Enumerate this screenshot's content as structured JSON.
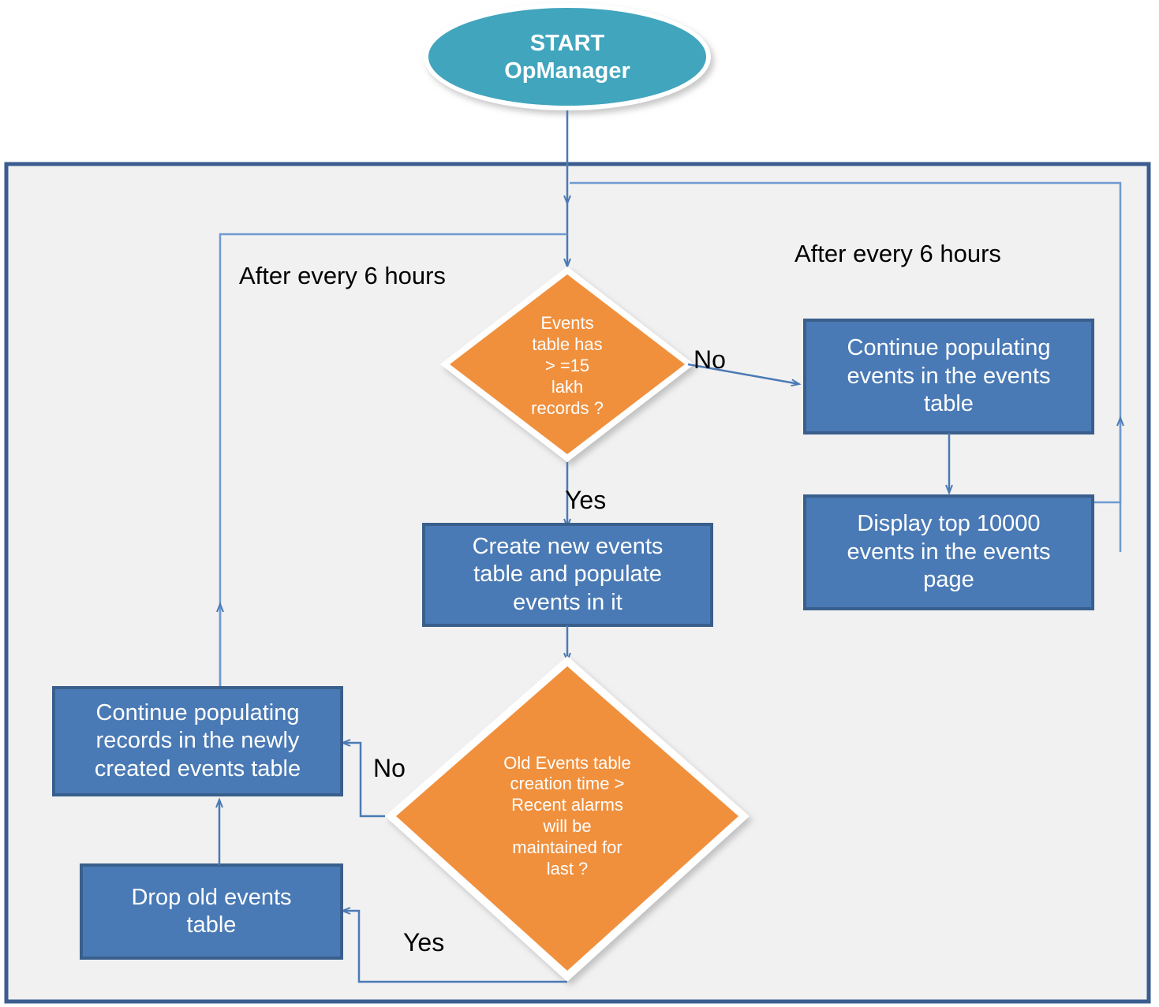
{
  "diagram": {
    "title": "OpManager events table maintenance flowchart",
    "colors": {
      "start_fill": "#41a5bd",
      "process_fill": "#4a7ab5",
      "process_border": "#395f8c",
      "decision_fill": "#f0903e",
      "container_fill": "#f1f1f1",
      "container_border": "#3b5c8f",
      "connector": "#4a7ab5",
      "label_text": "#000000",
      "node_text": "#ffffff"
    },
    "start": {
      "name": "start-node",
      "line1": "START",
      "line2": "OpManager"
    },
    "decisions": [
      {
        "name": "decision-events-table-size",
        "text": "Events\ntable has\n> =15\nlakh\nrecords ?"
      },
      {
        "name": "decision-old-table-creation-time",
        "text": "Old Events table\ncreation time >\nRecent alarms\nwill be\nmaintained for\nlast  ?"
      }
    ],
    "processes": [
      {
        "name": "process-continue-populating-events",
        "text": "Continue populating\nevents in the events\ntable"
      },
      {
        "name": "process-display-top-events",
        "text": "Display top 10000\nevents in the events\npage"
      },
      {
        "name": "process-create-new-events-table",
        "text": "Create new events\ntable and populate\nevents in it"
      },
      {
        "name": "process-continue-populating-records",
        "text": "Continue populating\nrecords in the newly\ncreated events table"
      },
      {
        "name": "process-drop-old-events-table",
        "text": "Drop old events\ntable"
      }
    ],
    "edge_labels": [
      {
        "name": "label-after-every-6-hours-left",
        "text": "After every 6 hours"
      },
      {
        "name": "label-after-every-6-hours-right",
        "text": "After every 6 hours"
      },
      {
        "name": "label-no-events-table-size",
        "text": "No"
      },
      {
        "name": "label-yes-events-table-size",
        "text": "Yes"
      },
      {
        "name": "label-no-old-table",
        "text": "No"
      },
      {
        "name": "label-yes-old-table",
        "text": "Yes"
      }
    ]
  }
}
